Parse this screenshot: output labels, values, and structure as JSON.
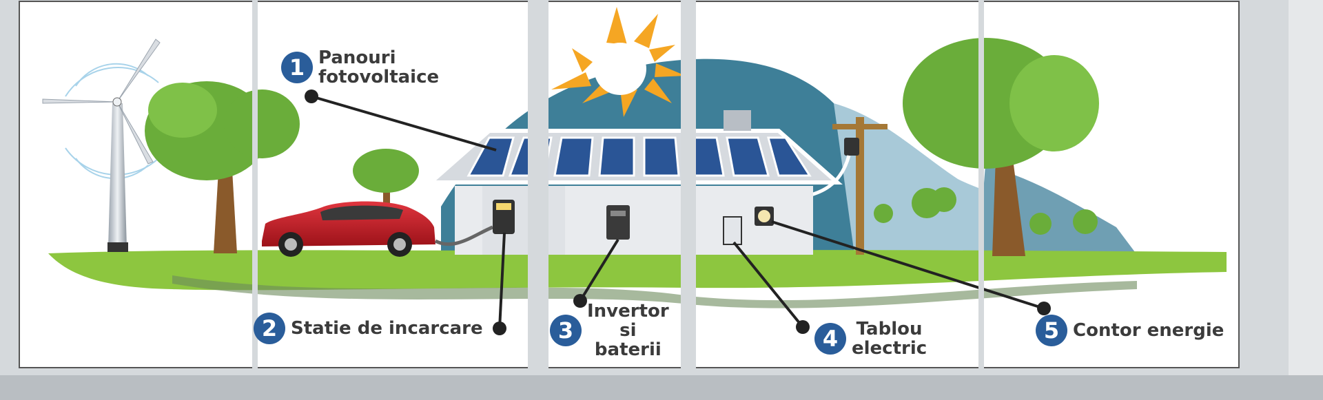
{
  "callouts": [
    {
      "number": "1",
      "lines": [
        "Panouri",
        "fotovoltaice"
      ]
    },
    {
      "number": "2",
      "lines": [
        "Statie de incarcare"
      ]
    },
    {
      "number": "3",
      "lines": [
        "Invertor",
        "si",
        "baterii"
      ]
    },
    {
      "number": "4",
      "lines": [
        "Tablou",
        "electric"
      ]
    },
    {
      "number": "5",
      "lines": [
        "Contor energie"
      ]
    }
  ],
  "colors": {
    "callout_blue": "#2a5d9a",
    "panel_blue": "#2a5596",
    "grass": "#8dc63f",
    "tree": "#6aad3a",
    "hill": "#4a8aa3",
    "sun": "#f5a623",
    "car": "#c8202a",
    "label_text": "#3b3b3b"
  },
  "icons": [
    "wind-turbine-icon",
    "sun-icon",
    "car-icon",
    "house-icon",
    "utility-pole-icon",
    "tree-icon"
  ]
}
